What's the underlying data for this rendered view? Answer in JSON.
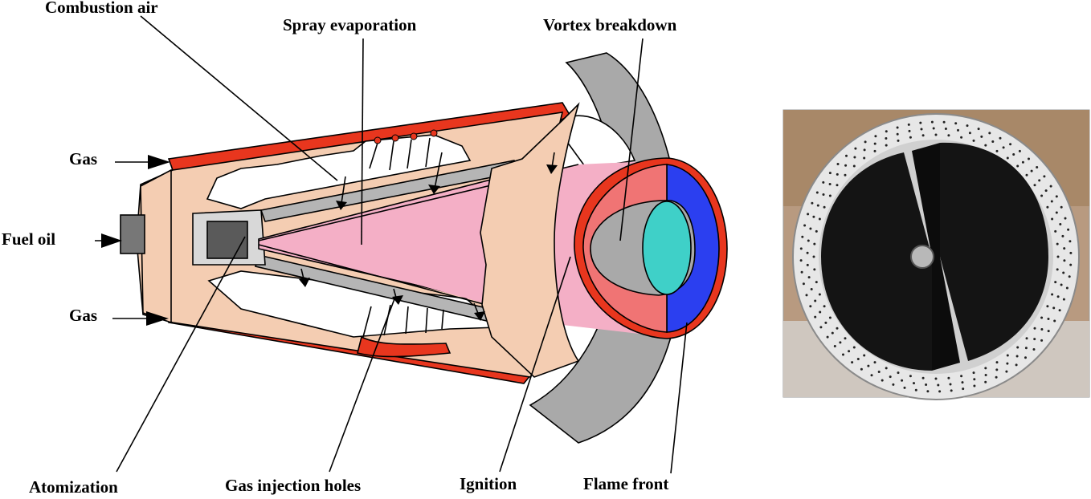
{
  "labels": {
    "combustion_air": "Combustion air",
    "spray_evaporation": "Spray evaporation",
    "vortex_breakdown": "Vortex breakdown",
    "gas_top": "Gas",
    "fuel_oil": "Fuel oil",
    "gas_bottom": "Gas",
    "atomization": "Atomization",
    "gas_injection_holes": "Gas injection holes",
    "ignition": "Ignition",
    "flame_front": "Flame front"
  },
  "colors": {
    "outer_shell": "#e8361e",
    "burner_body": "#f4cdb2",
    "spray_cone": "#f4afc6",
    "flame_blue": "#2b3ff0",
    "flame_red": "#f07474",
    "vortex_core": "#3fd0c8",
    "metal_grey": "#a9a9a9",
    "photo_plate": "#141414",
    "photo_ring": "#e7e7e7",
    "photo_backdrop": "#b89a80"
  }
}
